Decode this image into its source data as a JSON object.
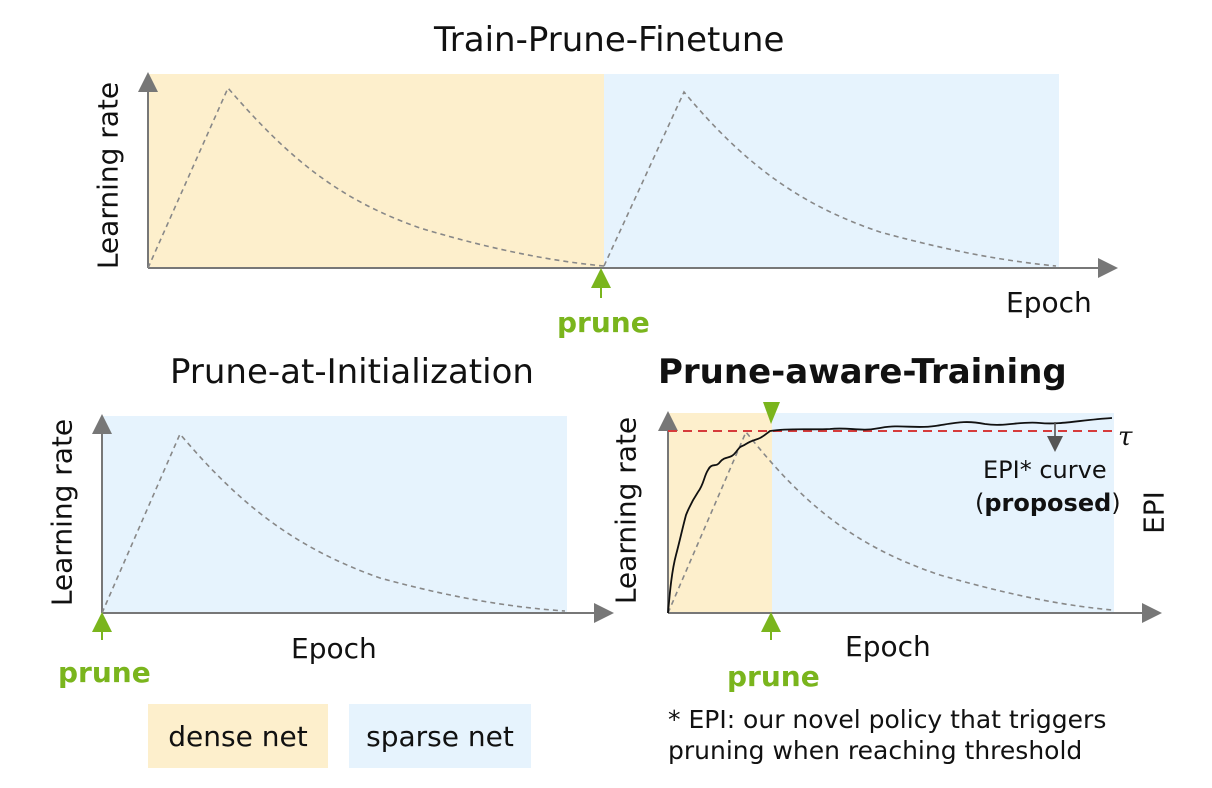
{
  "colors": {
    "dense": "#fdefcc",
    "sparse": "#e6f3fd",
    "prune_green": "#7ab51d",
    "threshold_red": "#d63b3b",
    "axis": "#777777",
    "curve_dash": "#888888"
  },
  "top_panel": {
    "title": "Train-Prune-Finetune",
    "ylabel": "Learning rate",
    "xlabel": "Epoch",
    "prune_label": "prune"
  },
  "left_panel": {
    "title": "Prune-at-Initialization",
    "ylabel": "Learning rate",
    "xlabel": "Epoch",
    "prune_label": "prune"
  },
  "right_panel": {
    "title": "Prune-aware-Training",
    "ylabel": "Learning rate",
    "xlabel": "Epoch",
    "prune_label": "prune",
    "tau": "τ",
    "epi_curve_line1": "EPI* curve",
    "epi_curve_paren_open": "(",
    "epi_curve_proposed": "proposed",
    "epi_curve_paren_close": ")",
    "right_axis_label": "EPI"
  },
  "legend": {
    "dense": "dense net",
    "sparse": "sparse net"
  },
  "footnote": {
    "line1": "* EPI: our novel policy that triggers",
    "line2": "pruning when reaching threshold"
  }
}
